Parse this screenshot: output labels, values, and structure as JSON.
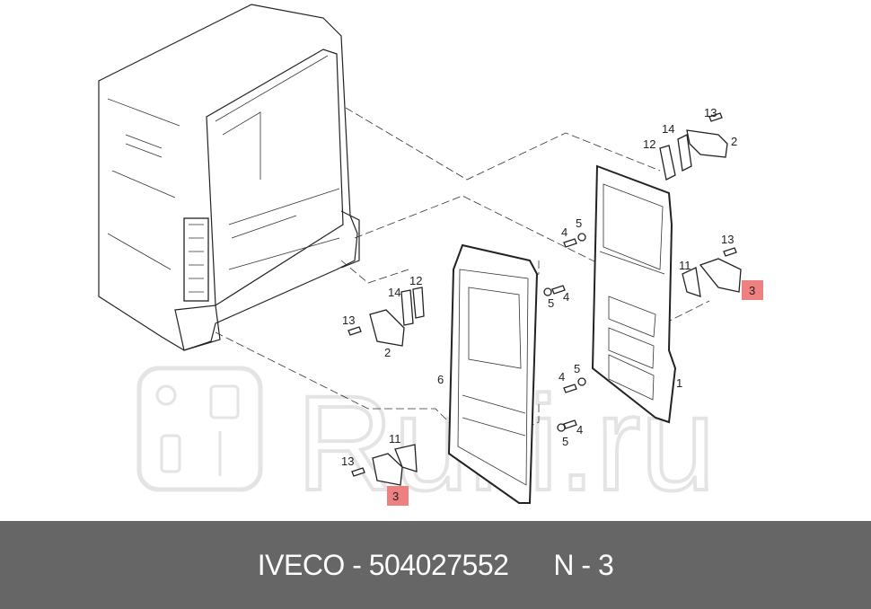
{
  "diagram": {
    "watermark": "Rulli.ru",
    "callouts": {
      "top_13": "13",
      "top_14": "14",
      "top_12": "12",
      "top_2": "2",
      "upper_4": "4",
      "upper_5": "5",
      "right_13": "13",
      "right_11": "11",
      "right_3": "3",
      "left_12": "12",
      "left_14": "14",
      "left_13": "13",
      "left_2": "2",
      "mid_5": "5",
      "mid_4": "4",
      "door_left_6": "6",
      "door_right_1": "1",
      "lower_4": "4",
      "lower_5": "5",
      "bottom_5": "5",
      "bottom_4": "4",
      "bl_11": "11",
      "bl_13": "13",
      "bl_3": "3"
    },
    "highlight_color": "#ef8080"
  },
  "footer": {
    "brand": "IVECO",
    "part_number": "504027552",
    "position": "N - 3",
    "separator": " - "
  }
}
